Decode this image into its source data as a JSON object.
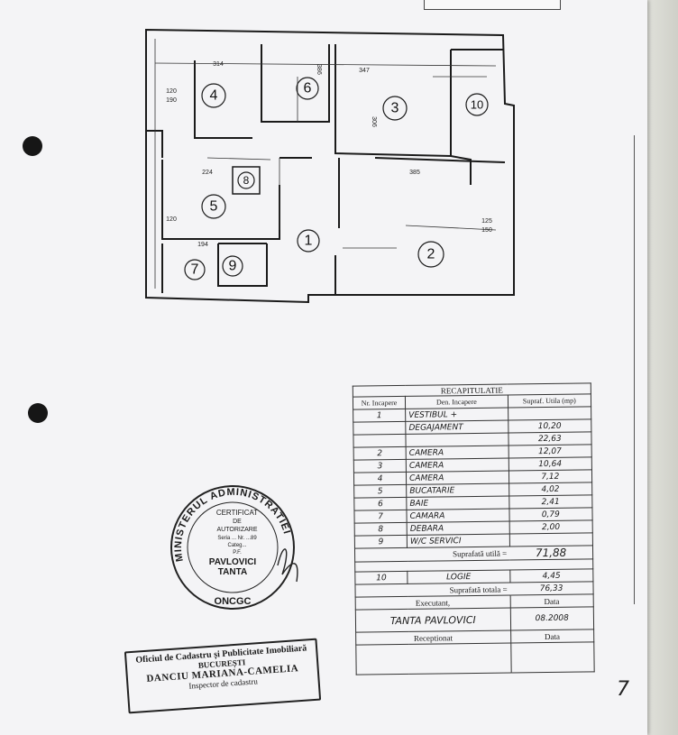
{
  "floor_plan": {
    "rooms": [
      {
        "number": "1"
      },
      {
        "number": "2"
      },
      {
        "number": "3"
      },
      {
        "number": "4"
      },
      {
        "number": "5"
      },
      {
        "number": "6"
      },
      {
        "number": "7"
      },
      {
        "number": "8"
      },
      {
        "number": "9"
      },
      {
        "number": "10"
      }
    ],
    "dimensions": [
      "314",
      "386",
      "347",
      "120",
      "190",
      "306",
      "385",
      "224",
      "120",
      "194",
      "125",
      "150"
    ]
  },
  "recapitulatie": {
    "title": "RECAPITULATIE",
    "headers": {
      "nr": "Nr. Incapere",
      "den": "Den. Incapere",
      "supr": "Supraf. Utila (mp)"
    },
    "rows": [
      {
        "nr": "1",
        "den": "VESTIBUL +",
        "supr": ""
      },
      {
        "nr": "",
        "den": "DEGAJAMENT",
        "supr": "10,20"
      },
      {
        "nr": "",
        "den": "",
        "supr": "22,63"
      },
      {
        "nr": "2",
        "den": "CAMERA",
        "supr": "12,07"
      },
      {
        "nr": "3",
        "den": "CAMERA",
        "supr": "10,64"
      },
      {
        "nr": "4",
        "den": "CAMERA",
        "supr": "7,12"
      },
      {
        "nr": "5",
        "den": "BUCATARIE",
        "supr": "4,02"
      },
      {
        "nr": "6",
        "den": "BAIE",
        "supr": "2,41"
      },
      {
        "nr": "7",
        "den": "CAMARA",
        "supr": "0,79"
      },
      {
        "nr": "8",
        "den": "DEBARA",
        "supr": "2,00"
      },
      {
        "nr": "9",
        "den": "W/C SERVICI",
        "supr": ""
      }
    ],
    "suprafata_utila_label": "Suprafată utilă =",
    "suprafata_utila_value": "71,88",
    "loggia": {
      "nr": "10",
      "den": "LOGIE",
      "supr": "4,45"
    },
    "suprafata_totala_label": "Suprafată totala =",
    "suprafata_totala_value": "76,33",
    "data_label": "Data",
    "executant_label": "Executant,",
    "executant_name": "TANTA PAVLOVICI",
    "executant_date": "08.2008",
    "receptionat_label": "Receptionat",
    "data_label_2": "Data"
  },
  "round_stamp": {
    "outer_text": "MINISTERUL ADMINISTRATIEI",
    "bottom_text": "ONCGC",
    "inner_lines": [
      "CERTIFICAT",
      "DE",
      "AUTORIZARE",
      "Seria ... Nr. ...89",
      "Categ...",
      "P.F.",
      "PAVLOVICI",
      "TANTA"
    ]
  },
  "rect_stamp": {
    "line1": "Oficiul de Cadastru și Publicitate Imobiliară",
    "line2": "BUCUREȘTI",
    "line3": "DANCIU MARIANA-CAMELIA",
    "line4": "Inspector de cadastru"
  },
  "page_number": "7",
  "colors": {
    "paper": "#f4f4f6",
    "ink": "#1a1a1a",
    "holes": "#161616"
  }
}
